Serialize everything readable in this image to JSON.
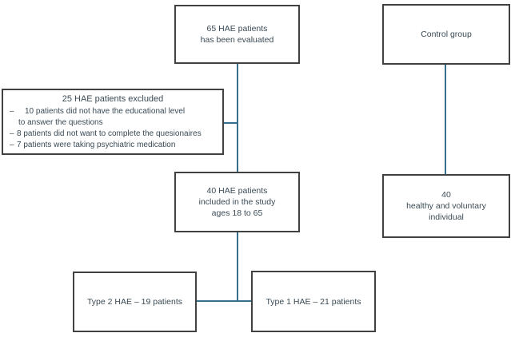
{
  "colors": {
    "box_border": "#414141",
    "connector": "#346f8e",
    "text": "#3a4a55",
    "background": "#ffffff"
  },
  "boxes": {
    "evaluated": {
      "lines": [
        "65 HAE patients",
        "has been evaluated"
      ]
    },
    "control": {
      "lines": [
        "Control group"
      ]
    },
    "excluded": {
      "title": "25 HAE patients excluded",
      "items": [
        {
          "bullet": "–",
          "text": "10 patients did not have the educational level",
          "cont": "to answer the questions"
        },
        {
          "bullet": "–",
          "text": "8 patients did not want to complete the quesionaires"
        },
        {
          "bullet": "–",
          "text": "7 patients were taking psychiatric medication"
        }
      ]
    },
    "included": {
      "lines": [
        "40 HAE patients",
        "included in the study",
        "ages 18 to 65"
      ]
    },
    "healthy": {
      "lines": [
        "40",
        "healthy and voluntary",
        "individual"
      ]
    },
    "type2": {
      "lines": [
        "Type 2 HAE – 19 patients"
      ]
    },
    "type1": {
      "lines": [
        "Type 1 HAE – 21 patients"
      ]
    }
  }
}
